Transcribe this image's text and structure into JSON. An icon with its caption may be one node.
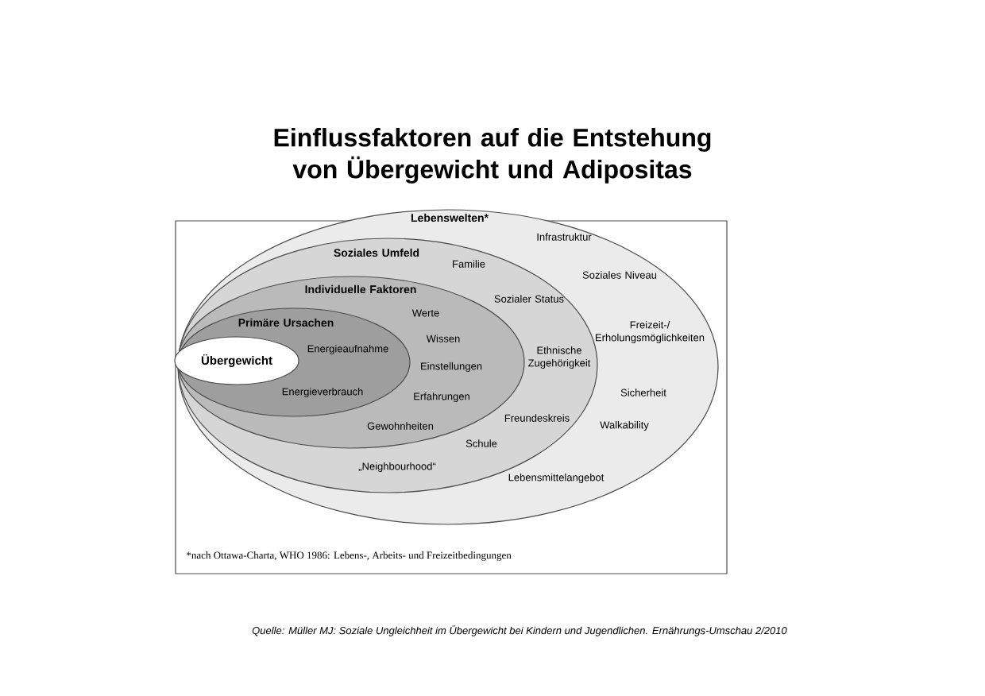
{
  "diagram": {
    "title": "Einflussfaktoren auf die Entstehung von Übergewicht und Adipositas",
    "caption": "Quelle: Müller MJ: Soziale Ungleichheit im Übergewicht bei Kindern und Jugendlichen. Ernährungs-Umschau 2/2010",
    "nodes": [
      {
        "text": [
          "*nach Ottawa-Charta, WHO 1986: Lebens-, Arbeits- und Freizeitbedingungen"
        ]
      },
      {
        "text": [
          "Lebenswelten*",
          "Infrastruktur",
          "Soziales Niveau",
          "Freizeit-/ Erholungsmöglichkeiten",
          "Sicherheit",
          "Walkability",
          "Lebensmittelangebot"
        ],
        "in": 0
      },
      {
        "text": [
          "Soziales Umfeld",
          "Familie",
          "Sozialer Status",
          "Ethnische Zugehörigkeit",
          "Freundeskreis",
          "Schule",
          "„Neighbourhood“"
        ],
        "in": 1
      },
      {
        "text": [
          "Individuelle Faktoren",
          "Werte",
          "Wissen",
          "Einstellungen",
          "Erfahrungen",
          "Gewohnheiten"
        ],
        "in": 2
      },
      {
        "text": [
          "Primäre Ursachen",
          "Energieaufnahme",
          "Energieverbrauch"
        ],
        "in": 3
      },
      {
        "text": [
          "Übergewicht"
        ],
        "in": 4
      }
    ]
  }
}
